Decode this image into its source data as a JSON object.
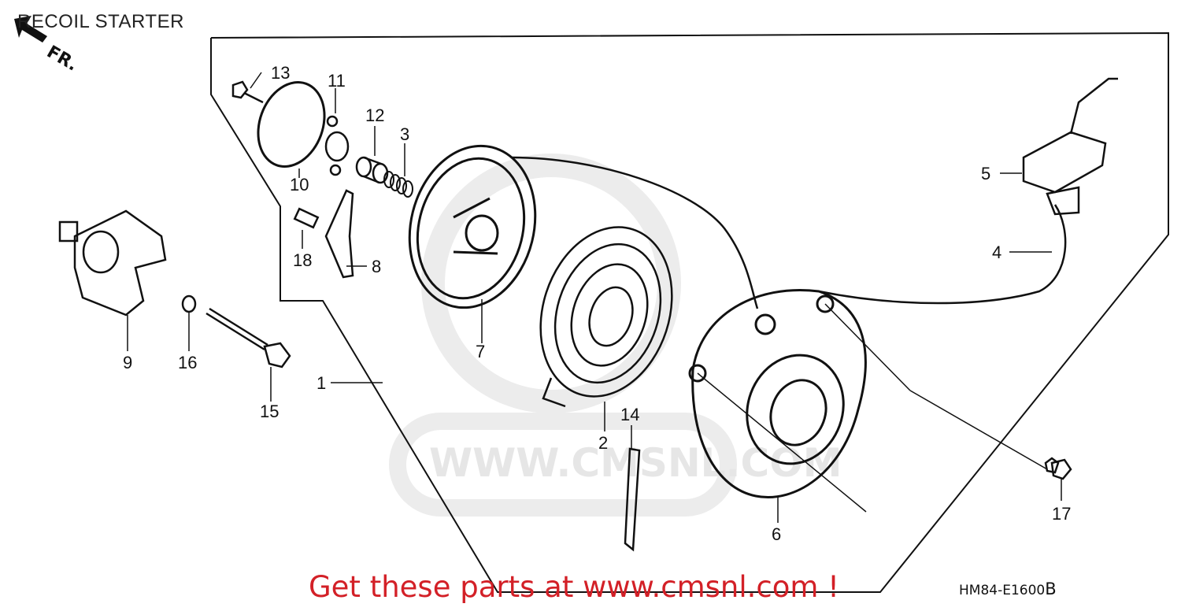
{
  "title": "RECOIL STARTER",
  "direction_label": "FR.",
  "watermark": "WWW.CMSNL.COM",
  "footer_text": "Get these parts at www.cmsnl.com !",
  "diagram_code": "HM84-E1600",
  "diagram_code_suffix": "B",
  "callouts": [
    "1",
    "2",
    "3",
    "4",
    "5",
    "6",
    "7",
    "8",
    "9",
    "10",
    "11",
    "12",
    "13",
    "14",
    "15",
    "16",
    "17",
    "18"
  ],
  "colors": {
    "footer": "#d32027",
    "ink": "#111111",
    "watermark": "#e6e6e6"
  }
}
